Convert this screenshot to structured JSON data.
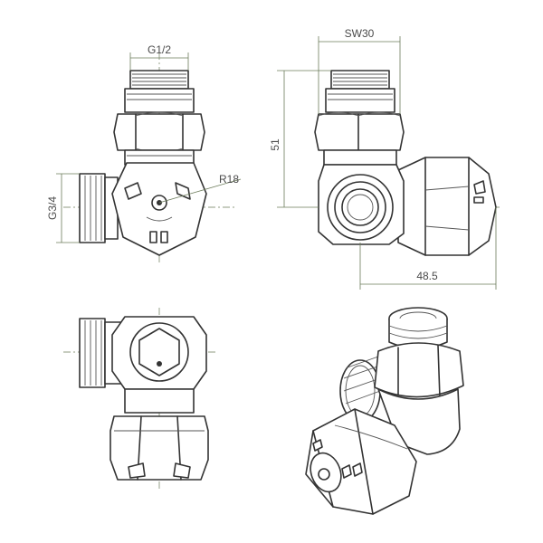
{
  "dimensions": {
    "thread_top": "G1/2",
    "thread_side": "G3/4",
    "radius": "R18",
    "wrench_size": "SW30",
    "height": "51",
    "depth": "48.5"
  },
  "colors": {
    "line": "#333333",
    "dimension_line": "#6b7b5a",
    "background": "#ffffff"
  }
}
